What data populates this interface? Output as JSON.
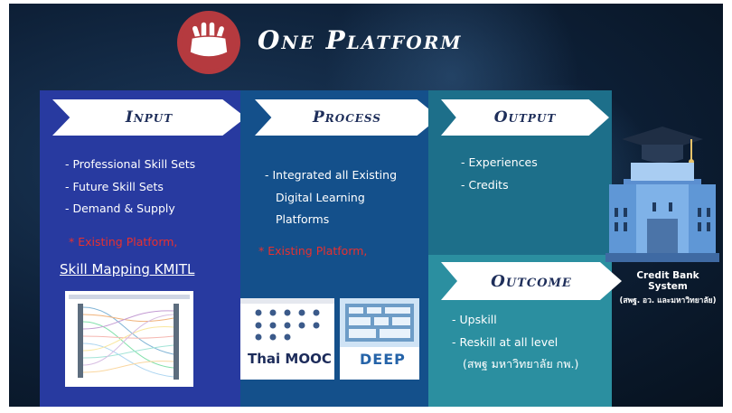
{
  "title": "One Platform",
  "input": {
    "heading": "Input",
    "items": [
      "- Professional Skill Sets",
      "- Future Skill Sets",
      "- Demand & Supply"
    ],
    "note": "* Existing Platform,",
    "link": "Skill Mapping KMITL"
  },
  "process": {
    "heading": "Process",
    "items": [
      "- Integrated all Existing",
      "Digital Learning",
      "Platforms"
    ],
    "note": "* Existing Platform,",
    "logo1": "Thai MOOC",
    "logo2": "DEEP"
  },
  "output": {
    "heading": "Output",
    "items": [
      "- Experiences",
      "- Credits"
    ]
  },
  "outcome": {
    "heading": "Outcome",
    "items": [
      "- Upskill",
      "- Reskill at all level",
      "(สพฐ มหาวิทยาลัย กพ.)"
    ]
  },
  "credit_bank": {
    "label": "Credit Bank System",
    "sub": "(สพฐ. อว. และมหาวิทยาลัย)"
  },
  "colors": {
    "input_panel": "#283aa0",
    "process_panel": "#14508b",
    "output_panel": "#1d6f8a",
    "outcome_panel": "#2b8fa0",
    "note_red": "#e8302f",
    "logo_red": "#b53a3f"
  },
  "icons": [
    "hands-together-icon",
    "university-building-icon"
  ]
}
